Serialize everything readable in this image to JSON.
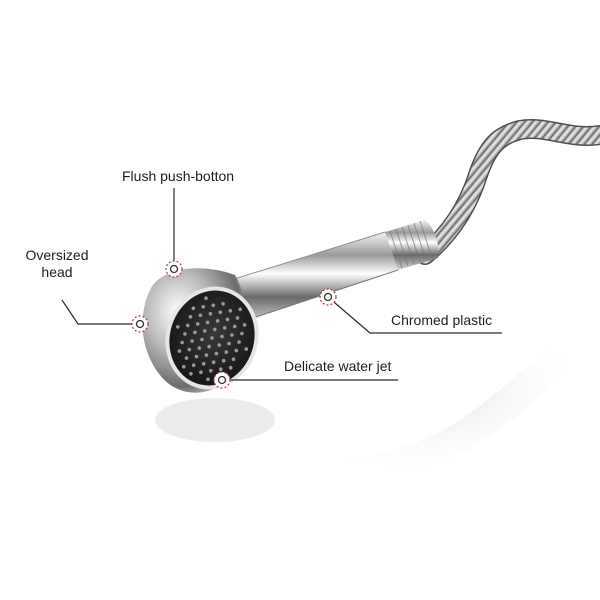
{
  "image": {
    "subject": "chrome hand shower with flexible hose",
    "background_color": "#ffffff",
    "marker_color": "#b5333f"
  },
  "callouts": {
    "flush_push_button": "Flush push-botton",
    "oversized_head_line1": "Oversized",
    "oversized_head_line2": "head",
    "chromed_plastic": "Chromed plastic",
    "delicate_water_jet": "Delicate water jet"
  }
}
